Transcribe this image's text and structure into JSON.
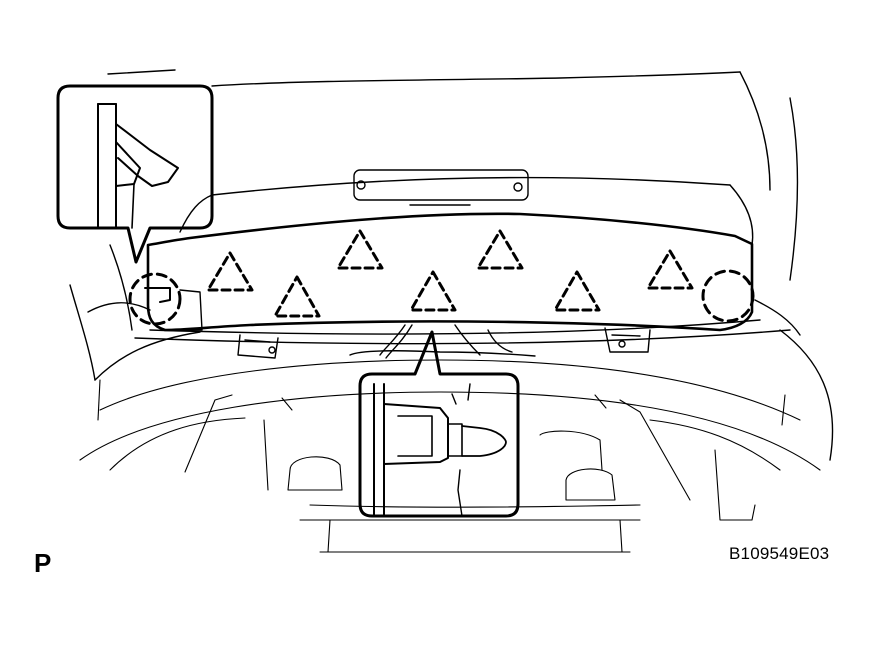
{
  "figure": {
    "view_label": "P",
    "figure_code": "B109549E03"
  },
  "colors": {
    "line": "#000000",
    "background": "#ffffff"
  },
  "icons": {
    "clip_location_marker": "dashed-triangle",
    "claw_location_marker": "dashed-circle"
  }
}
